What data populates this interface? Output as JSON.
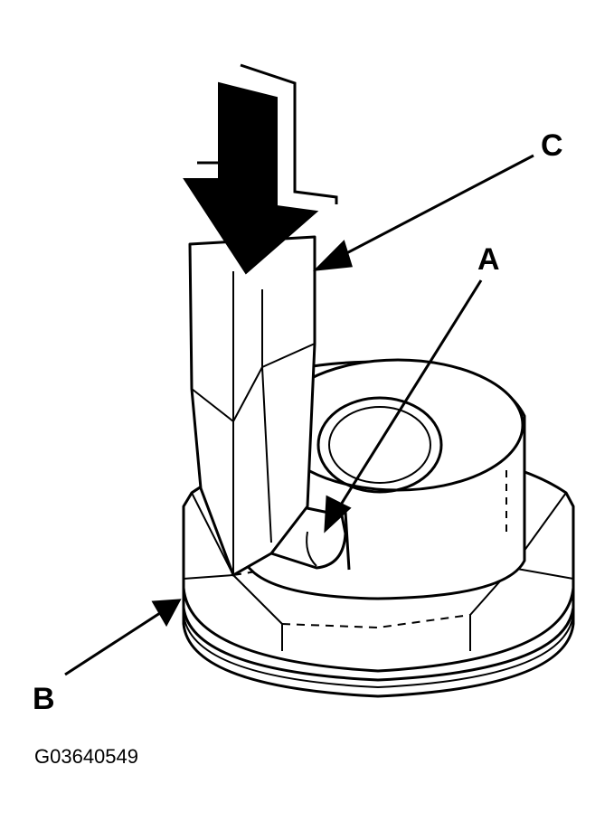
{
  "labels": {
    "a": "A",
    "b": "B",
    "c": "C"
  },
  "figure_code": "G03640549",
  "colors": {
    "line": "#000000",
    "background": "#ffffff"
  }
}
